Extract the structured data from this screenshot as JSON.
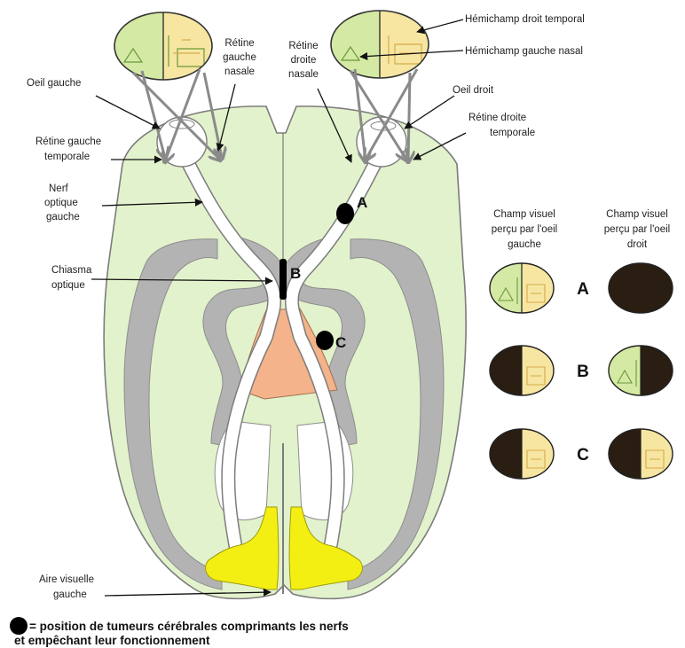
{
  "labels": {
    "oeil_gauche": "Oeil gauche",
    "oeil_droit": "Oeil droit",
    "retine_gauche_nasale": [
      "Rétine",
      "gauche",
      "nasale"
    ],
    "retine_droite_nasale": [
      "Rétine",
      "droite",
      "nasale"
    ],
    "retine_gauche_temporale": [
      "Rétine gauche",
      "temporale"
    ],
    "retine_droite_temporale": [
      "Rétine droite",
      "temporale"
    ],
    "nerf_optique_gauche": [
      "Nerf",
      "optique",
      "gauche"
    ],
    "chiasma_optique": [
      "Chiasma",
      "optique"
    ],
    "aire_visuelle_gauche": [
      "Aire visuelle",
      "gauche"
    ],
    "hemichamp_droit_temporal": "Hémichamp droit temporal",
    "hemichamp_gauche_nasal": "Hémichamp gauche nasal"
  },
  "markers": {
    "a": "A",
    "b": "B",
    "c": "C"
  },
  "fields_table": {
    "header_left": [
      "Champ visuel",
      "perçu par l'oeil",
      "gauche"
    ],
    "header_right": [
      "Champ visuel",
      "perçu par l'oeil",
      "droit"
    ],
    "rows": [
      {
        "label": "A",
        "left": "full-scene",
        "right": "black"
      },
      {
        "label": "B",
        "left": "left-half-black",
        "right": "right-half-black"
      },
      {
        "label": "C",
        "left": "left-half-black",
        "right": "left-half-black"
      }
    ]
  },
  "legend": {
    "line1": "= position de tumeurs cérébrales comprimants les nerfs",
    "line2": "et empêchant leur fonctionnement"
  },
  "colors": {
    "brain_fill": "#e2f2cc",
    "gray_matter": "#b3b3b3",
    "visual_cortex": "#f3ef12",
    "chiasma_region": "#f4b38a",
    "scene_left_half": "#d4e9a3",
    "scene_right_half": "#f6e6a2",
    "dark_field": "#2a1d12"
  }
}
